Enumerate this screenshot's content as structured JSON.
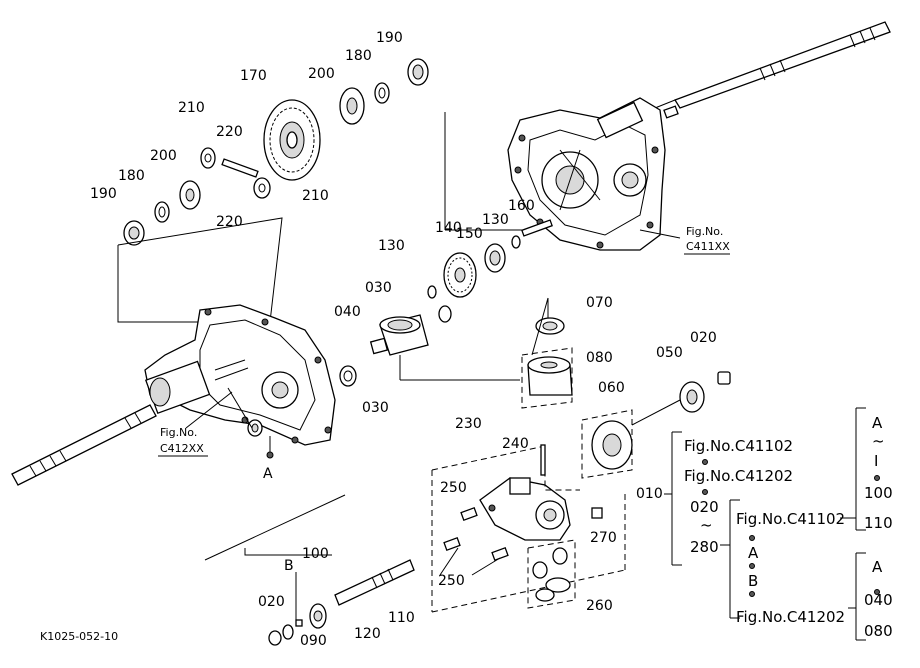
{
  "callouts": {
    "p190a": "190",
    "p180a": "180",
    "p170": "170",
    "p200a": "200",
    "p210a": "210",
    "p220a": "220",
    "p200b": "200",
    "p180b": "180",
    "p190b": "190",
    "p220b": "220",
    "p210b": "210",
    "p160": "160",
    "p130a": "130",
    "p150": "150",
    "p140": "140",
    "p130b": "130",
    "p030a": "030",
    "p040": "040",
    "p030b": "030",
    "p070": "070",
    "p080": "080",
    "p060": "060",
    "p050": "050",
    "p020a": "020",
    "p230": "230",
    "p240": "240",
    "p250a": "250",
    "p250b": "250",
    "p270": "270",
    "p260": "260",
    "p010": "010",
    "p100": "100",
    "pB": "B",
    "p020b": "020",
    "p090": "090",
    "p120": "120",
    "p110": "110",
    "pA": "A"
  },
  "fig_refs": {
    "c411_line1": "Fig.No.",
    "c411_line2": "C411XX",
    "c412_line1": "Fig.No.",
    "c412_line2": "C412XX"
  },
  "legend": {
    "g1_fig1": "Fig.No.C41102",
    "g1_fig2": "Fig.No.C41202",
    "g1_range_from": "020",
    "g1_range_sym": "~",
    "g1_range_to": "280",
    "g2_fig": "Fig.No.C41102",
    "g2_a": "A",
    "g2_b": "B",
    "g2_fig_end": "Fig.No.C41202",
    "r1_a": "A",
    "r1_sym": "~",
    "r1_i": "I",
    "r1_100": "100",
    "r1_110": "110",
    "r2_a": "A",
    "r2_040": "040",
    "r2_080": "080"
  },
  "drawing_id": "K1025-052-10"
}
